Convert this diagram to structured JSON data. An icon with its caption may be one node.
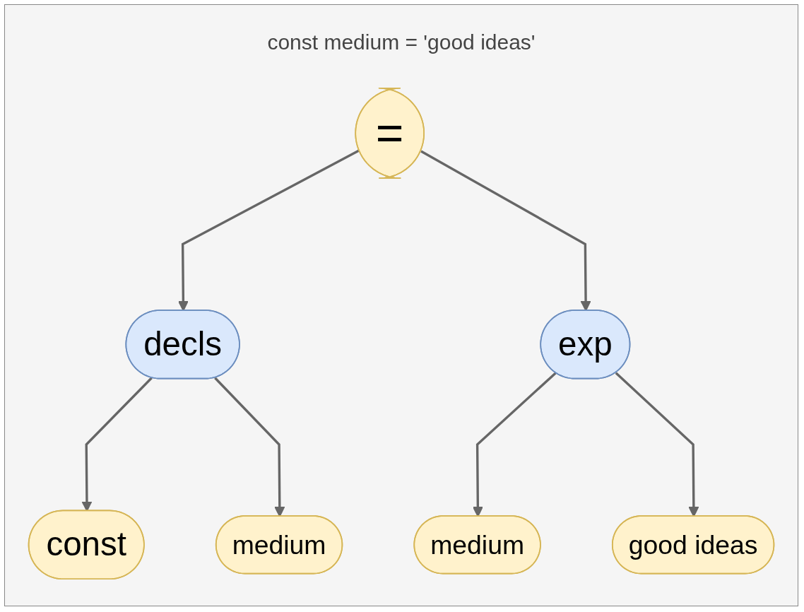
{
  "diagram": {
    "title": "const medium = 'good ideas'",
    "nodes": [
      {
        "text": [
          "="
        ]
      },
      {
        "text": [
          "decls"
        ]
      },
      {
        "text": [
          "exp"
        ]
      },
      {
        "text": [
          "const"
        ]
      },
      {
        "text": [
          "medium"
        ]
      },
      {
        "text": [
          "medium"
        ]
      },
      {
        "text": [
          "good ideas"
        ]
      }
    ],
    "edges": [
      {
        "from": 0,
        "to": 1,
        "arrow": "to"
      },
      {
        "from": 0,
        "to": 2,
        "arrow": "to"
      },
      {
        "from": 1,
        "to": 3,
        "arrow": "to"
      },
      {
        "from": 1,
        "to": 4,
        "arrow": "to"
      },
      {
        "from": 2,
        "to": 5,
        "arrow": "to"
      },
      {
        "from": 2,
        "to": 6,
        "arrow": "to"
      }
    ]
  }
}
